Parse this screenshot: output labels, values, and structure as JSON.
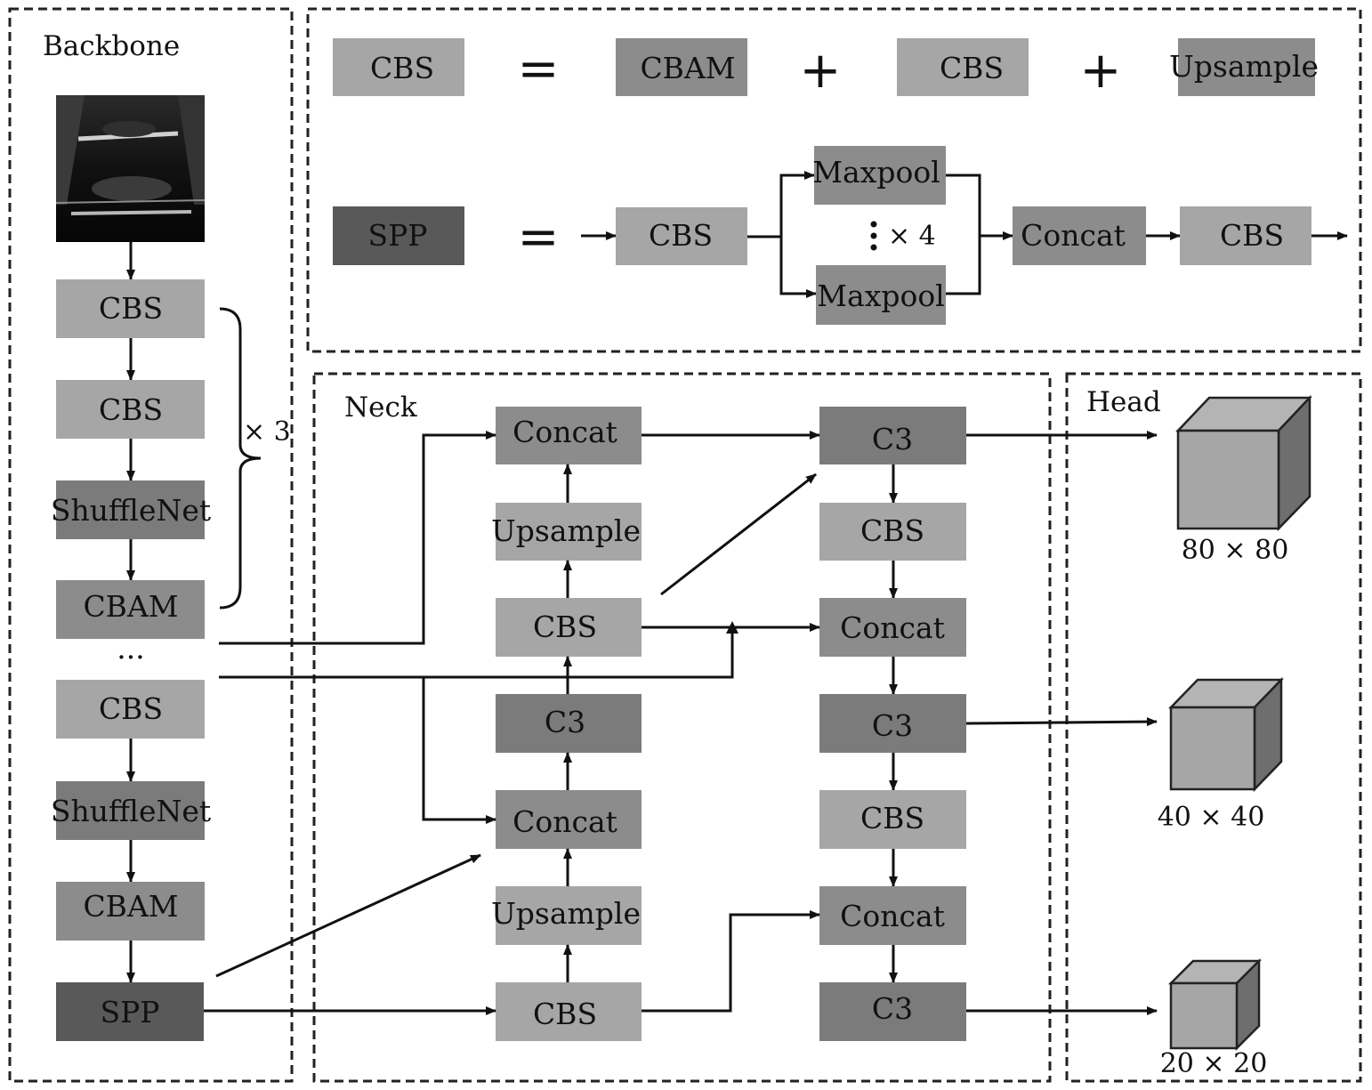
{
  "colors": {
    "light": "#a6a6a6",
    "medium": "#8c8c8c",
    "dark": "#7b7b7b",
    "darkest": "#595959",
    "line": "#111111"
  },
  "sections": {
    "backbone": "Backbone",
    "neck": "Neck",
    "head": "Head"
  },
  "legend": {
    "cbs_def": {
      "lhs": "CBS",
      "eq": "=",
      "terms": [
        "CBAM",
        "CBS",
        "Upsample"
      ],
      "plus": "+"
    },
    "spp_def": {
      "lhs": "SPP",
      "eq": "=",
      "first": "CBS",
      "pool_top": "Maxpool",
      "pool_bottom": "Maxpool",
      "repeat": "× 4",
      "concat": "Concat",
      "last": "CBS"
    }
  },
  "backbone": {
    "blocks": [
      "CBS",
      "CBS",
      "ShuffleNet",
      "CBAM",
      "CBS",
      "ShuffleNet",
      "CBAM",
      "SPP"
    ],
    "repeat_label": "× 3",
    "ellipsis": "···"
  },
  "neck": {
    "left_column": [
      "Concat",
      "Upsample",
      "CBS",
      "C3",
      "Concat",
      "Upsample",
      "CBS"
    ],
    "right_column": [
      "C3",
      "CBS",
      "Concat",
      "C3",
      "CBS",
      "Concat",
      "C3"
    ]
  },
  "head": {
    "outputs": [
      "80 × 80",
      "40 × 40",
      "20 × 20"
    ]
  }
}
